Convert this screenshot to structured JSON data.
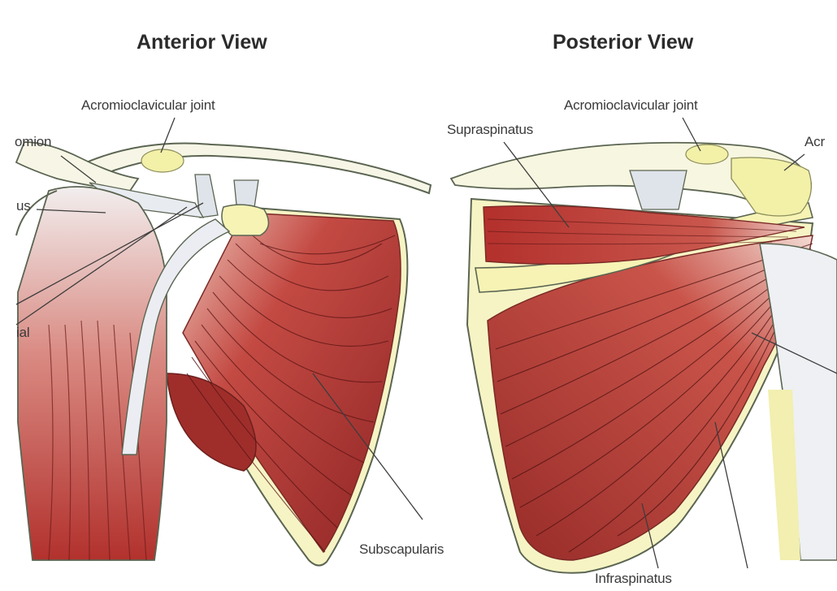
{
  "anterior": {
    "title": "Anterior View",
    "labels": {
      "acromioclavicular": "Acromioclavicular joint",
      "acromion_partial": "omion",
      "partial_us": "us",
      "partial_ial": "ial",
      "subscapularis": "Subscapularis"
    }
  },
  "posterior": {
    "title": "Posterior View",
    "labels": {
      "acromioclavicular": "Acromioclavicular joint",
      "supraspinatus": "Supraspinatus",
      "acromion_partial": "Acr",
      "infraspinatus": "Infraspinatus"
    }
  },
  "colors": {
    "muscle": "#b53a36",
    "muscle_dark": "#7d1d1c",
    "muscle_light": "#e9b9ae",
    "bone": "#f6f4c4",
    "tendon": "#e4e8ee",
    "outline": "#5b6552"
  }
}
